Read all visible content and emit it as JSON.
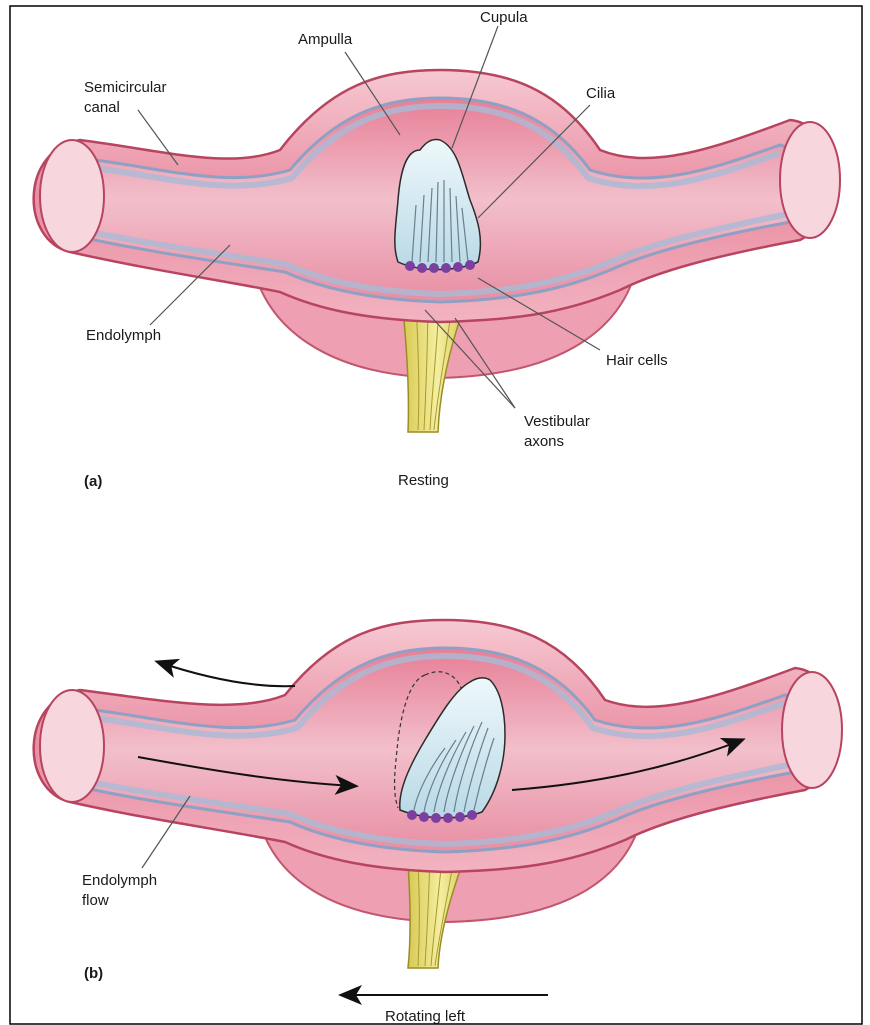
{
  "panel_a": {
    "tag": "(a)",
    "caption": "Resting",
    "labels": {
      "semicircular_canal_line1": "Semicircular",
      "semicircular_canal_line2": "canal",
      "ampulla": "Ampulla",
      "cupula": "Cupula",
      "cilia": "Cilia",
      "endolymph": "Endolymph",
      "hair_cells": "Hair cells",
      "vestibular_axons_line1": "Vestibular",
      "vestibular_axons_line2": "axons"
    }
  },
  "panel_b": {
    "tag": "(b)",
    "caption": "Rotating left",
    "labels": {
      "endolymph_flow_line1": "Endolymph",
      "endolymph_flow_line2": "flow"
    }
  },
  "colors": {
    "canal_outer": "#f2b7c2",
    "canal_inner": "#e7889d",
    "membrane_blue": "#a9bad6",
    "cupula": "#d9ecf3",
    "nerve": "#e9df7a",
    "hair_cells": "#7b3fa0"
  }
}
